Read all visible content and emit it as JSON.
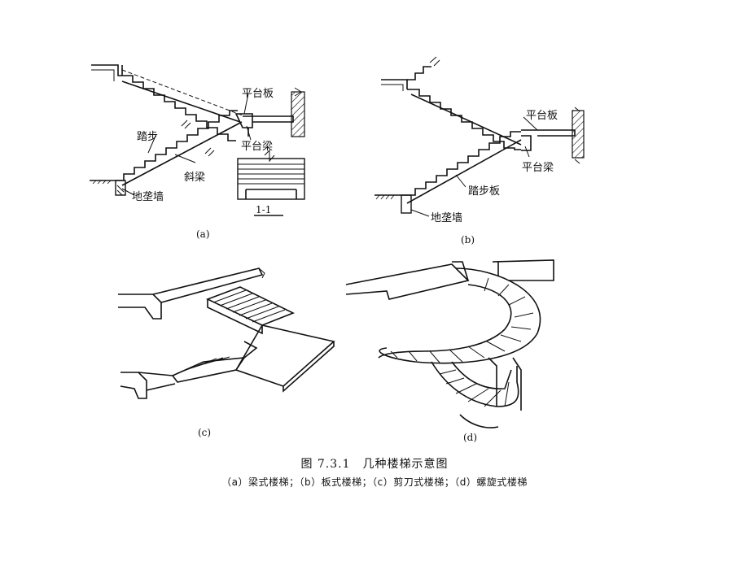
{
  "figure": {
    "panel_a": {
      "tag": "(a)",
      "label_tread": "踏步",
      "label_platform_slab": "平台板",
      "label_platform_beam": "平台梁",
      "label_inclined_beam": "斜梁",
      "label_ground_wall": "地垄墙",
      "section_mark": "1-1"
    },
    "panel_b": {
      "tag": "(b)",
      "label_platform_slab": "平台板",
      "label_platform_beam": "平台梁",
      "label_step_slab": "踏步板",
      "label_ground_wall": "地垄墙"
    },
    "panel_c": {
      "tag": "(c)"
    },
    "panel_d": {
      "tag": "(d)"
    },
    "caption": {
      "title": "图 7.3.1　几种楼梯示意图",
      "subtitle": "（a）梁式楼梯；（b）板式楼梯；（c）剪刀式楼梯；（d）螺旋式楼梯"
    }
  }
}
